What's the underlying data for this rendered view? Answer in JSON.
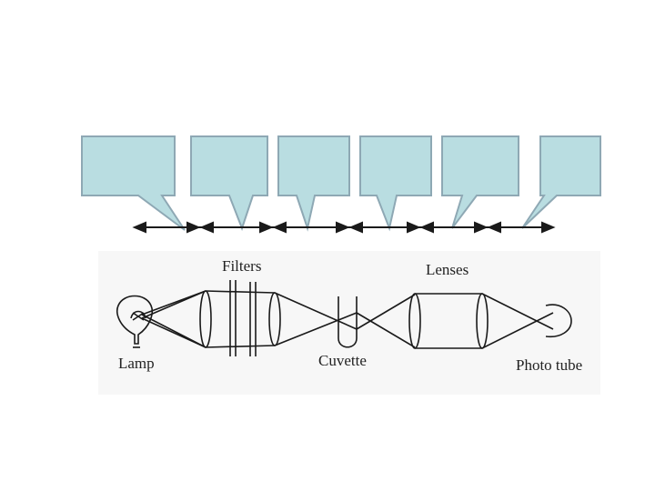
{
  "diagram": {
    "labels": {
      "filters": "Filters",
      "lenses": "Lenses",
      "lamp": "Lamp",
      "cuvette": "Cuvette",
      "photo_tube": "Photo tube"
    },
    "callouts": [
      {
        "id": "callout-1",
        "text": ""
      },
      {
        "id": "callout-2",
        "text": ""
      },
      {
        "id": "callout-3",
        "text": ""
      },
      {
        "id": "callout-4",
        "text": ""
      },
      {
        "id": "callout-5",
        "text": ""
      },
      {
        "id": "callout-6",
        "text": ""
      }
    ],
    "colors": {
      "callout_fill": "#b9dde1",
      "callout_stroke": "#8ea8b4",
      "line": "#1a1a1a",
      "panel": "#f7f7f7"
    }
  }
}
